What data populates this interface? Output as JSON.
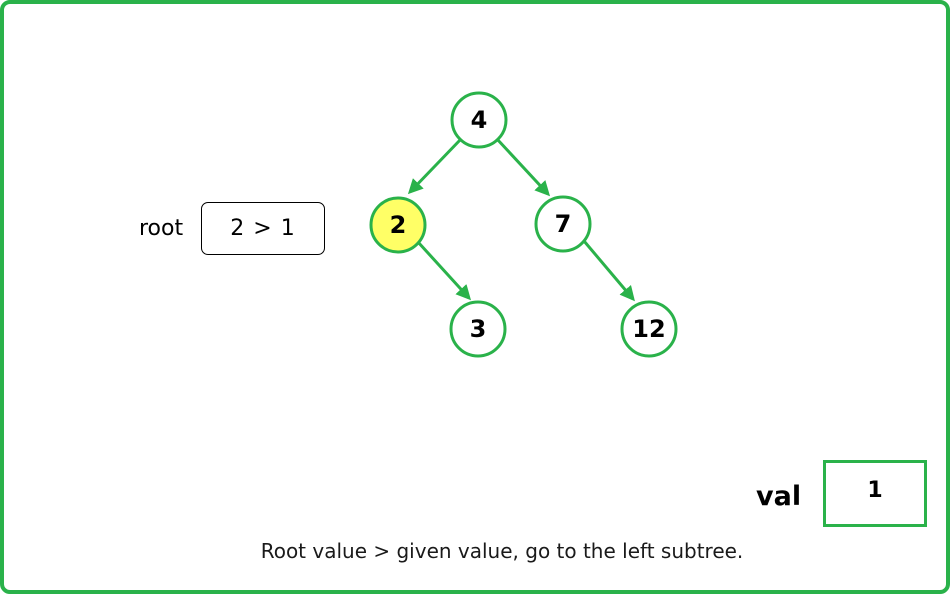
{
  "colors": {
    "border": "#2ab24a",
    "edge": "#2ab24a",
    "node_fill": "#ffffff",
    "highlight_fill": "#ffff66"
  },
  "tree": {
    "nodes": [
      {
        "id": "n4",
        "label": "4",
        "highlighted": false
      },
      {
        "id": "n2",
        "label": "2",
        "highlighted": true
      },
      {
        "id": "n7",
        "label": "7",
        "highlighted": false
      },
      {
        "id": "n3",
        "label": "3",
        "highlighted": false
      },
      {
        "id": "n12",
        "label": "12",
        "highlighted": false
      }
    ],
    "edges": [
      {
        "from": "n4",
        "to": "n2"
      },
      {
        "from": "n4",
        "to": "n7"
      },
      {
        "from": "n2",
        "to": "n3"
      },
      {
        "from": "n7",
        "to": "n12"
      }
    ]
  },
  "root_panel": {
    "label": "root",
    "comparison": "2 > 1"
  },
  "val_panel": {
    "label": "val",
    "value": "1"
  },
  "caption": "Root value > given value, go to the left subtree."
}
